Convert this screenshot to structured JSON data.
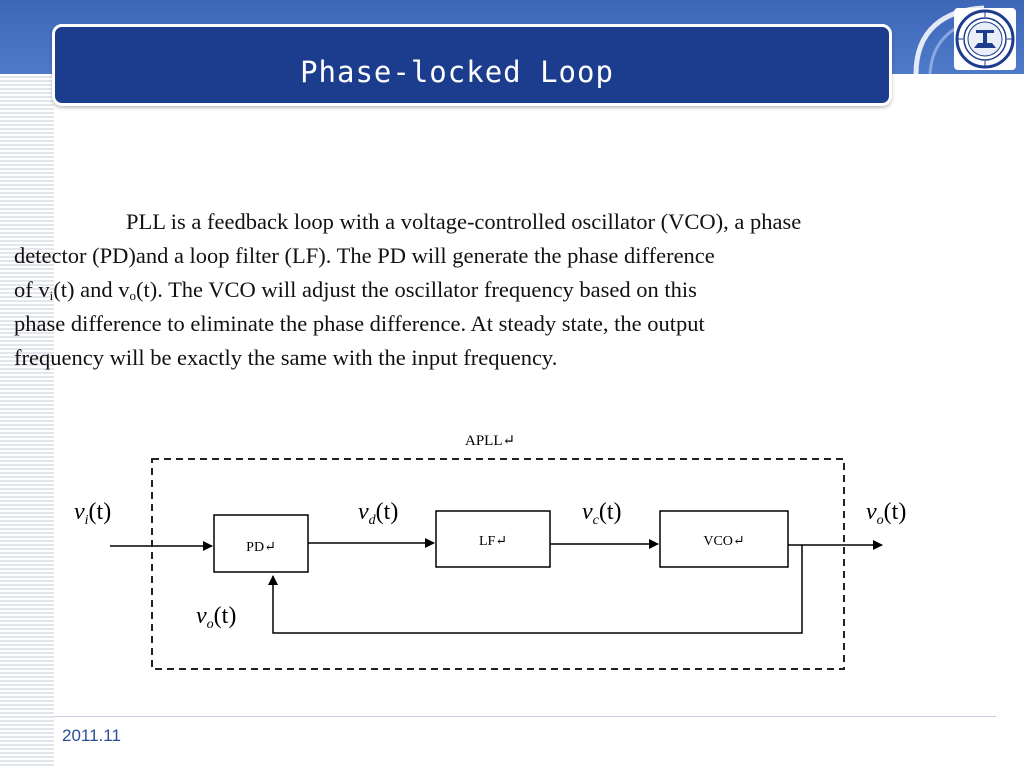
{
  "slide": {
    "title": "Phase-locked Loop",
    "footer_date": "2011.11"
  },
  "paragraph": {
    "line1": "PLL is a feedback loop with a voltage-controlled oscillator (VCO), a phase",
    "line2": "detector (PD)and a loop filter (LF). The PD will generate the phase difference",
    "line3_a": "of v",
    "line3_sub1": "i",
    "line3_b": "(t) and v",
    "line3_sub2": "o",
    "line3_c": "(t). The VCO will adjust the oscillator frequency based on this",
    "line4": "phase difference to eliminate the phase difference. At steady state, the output",
    "line5": "frequency will be exactly the same with the input frequency."
  },
  "diagram": {
    "caption": "APLL↵",
    "blocks": {
      "pd": "PD↵",
      "lf": "LF↵",
      "vco": "VCO↵"
    },
    "signals": {
      "input": {
        "base": "v",
        "sub": "i",
        "arg": "(t)"
      },
      "pd_out": {
        "base": "v",
        "sub": "d",
        "arg": "(t)"
      },
      "lf_out": {
        "base": "v",
        "sub": "c",
        "arg": "(t)"
      },
      "output": {
        "base": "v",
        "sub": "o",
        "arg": "(t)"
      },
      "feedback": {
        "base": "v",
        "sub": "o",
        "arg": "(t)"
      }
    },
    "colors": {
      "line": "#000000",
      "dash": "#222222"
    }
  },
  "icons": {
    "logo": "university-seal-icon"
  }
}
